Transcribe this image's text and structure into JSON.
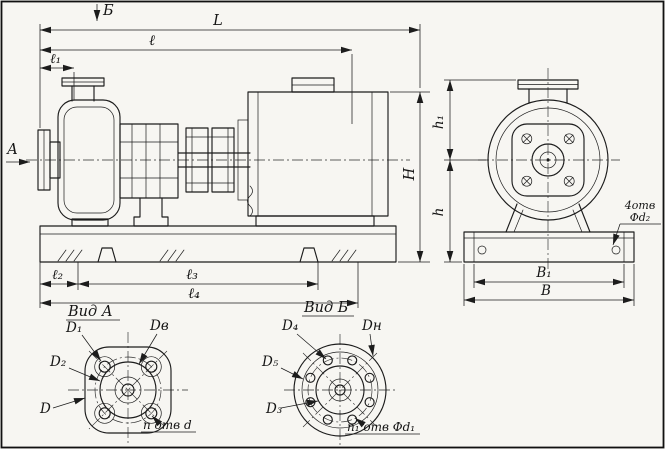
{
  "drawing": {
    "view_markers": {
      "a": "А",
      "b": "Б"
    },
    "side_view": {
      "dim_L": "L",
      "dim_l": "ℓ",
      "dim_l1": "ℓ₁",
      "dim_l2": "ℓ₂",
      "dim_l3": "ℓ₃",
      "dim_l4": "ℓ₄",
      "dim_H": "H"
    },
    "end_view": {
      "dim_h1": "h₁",
      "dim_h": "h",
      "dim_B1": "B₁",
      "dim_B": "B",
      "anchor_holes_line1": "4отв",
      "anchor_holes_line2": "Φd₂"
    },
    "view_a": {
      "title": "Вид А",
      "dim_D1": "D₁",
      "dim_Dv": "Dв",
      "dim_D2": "D₂",
      "dim_D": "D",
      "holes_note": "n отв d"
    },
    "view_b": {
      "title": "Вид Б",
      "dim_D4": "D₄",
      "dim_Dn": "Dн",
      "dim_D5": "D₅",
      "dim_D3": "D₃",
      "holes_note": "n₁ отв Φd₁"
    },
    "colors": {
      "ink": "#1c1c1c",
      "paper": "#f7f6f2"
    }
  }
}
